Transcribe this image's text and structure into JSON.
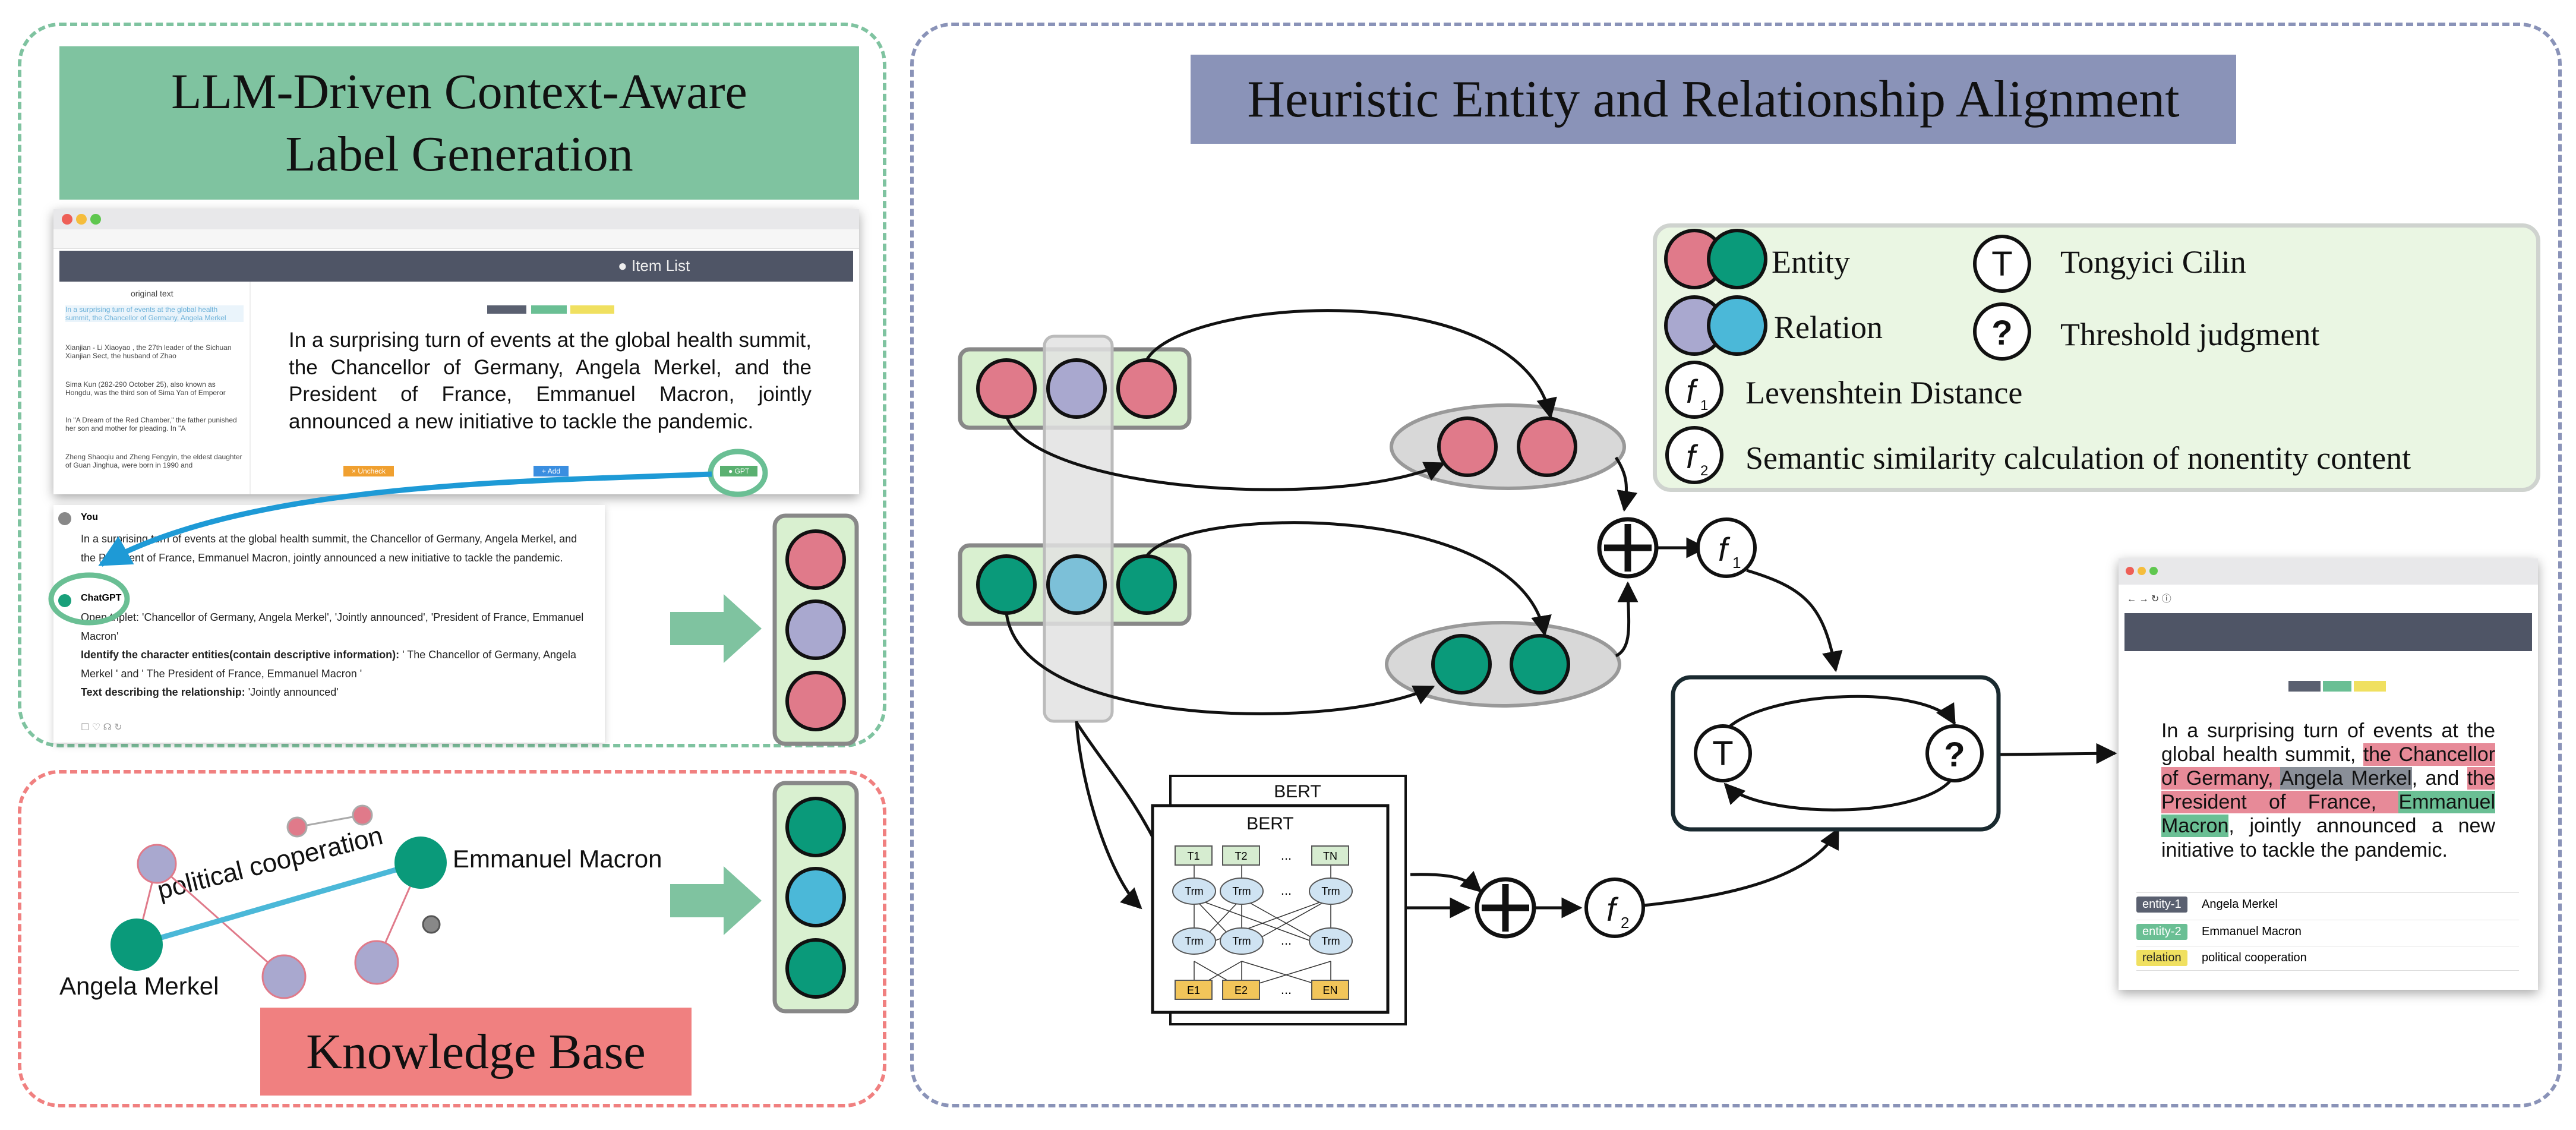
{
  "left_panel": {
    "title_line1": "LLM-Driven Context-Aware",
    "title_line2": "Label Generation",
    "app_header": "Item List",
    "sidebar_header": "original text",
    "sidebar_items": [
      "In a surprising turn of events at the global health summit, the Chancellor of Germany, Angela Merkel",
      "Xianjian - Li Xiaoyao , the 27th leader of the Sichuan Xianjian Sect, the husband of Zhao",
      "Sima Kun (282-290 October 25), also known as Hongdu, was the third son of Sima Yan of Emperor",
      "In \"A Dream of the Red Chamber,\" the father punished her son and mother for pleading. In \"A",
      "Zheng Shaoqiu and Zheng Fengyin, the eldest daughter of Guan Jinghua, were born in 1990 and"
    ],
    "main_text": "In a surprising turn of events at the global health summit, the Chancellor of Germany, Angela Merkel, and the President of France, Emmanuel Macron, jointly announced a new initiative to tackle the pandemic.",
    "buttons": {
      "uncheck": "× Uncheck",
      "add": "+ Add",
      "gpt": "GPT"
    },
    "chat": {
      "user_label": "You",
      "user_text": "In a surprising turn of events at the global health summit, the Chancellor of Germany, Angela Merkel, and the President of France, Emmanuel Macron, jointly announced a new initiative to tackle the pandemic.",
      "bot_label": "ChatGPT",
      "line1": "Open triplet: 'Chancellor of Germany, Angela Merkel', 'Jointly announced', 'President of France, Emmanuel Macron'",
      "line2_bold": "Identify the character entities(contain descriptive information):",
      "line2_rest": " ' The Chancellor of Germany, Angela Merkel ' and ' The President of France, Emmanuel Macron '",
      "line3_bold": "Text describing the relationship:",
      "line3_rest": " 'Jointly announced'"
    }
  },
  "knowledge_base": {
    "title": "Knowledge Base",
    "relation_label": "political cooperation",
    "entity_a": "Angela Merkel",
    "entity_b": "Emmanuel Macron"
  },
  "right_panel": {
    "title": "Heuristic Entity and Relationship Alignment",
    "legend": {
      "entity": "Entity",
      "relation": "Relation",
      "levenshtein": "Levenshtein Distance",
      "semantic": "Semantic similarity calculation of nonentity content",
      "tongyici": "Tongyici Cilin",
      "threshold": "Threshold judgment"
    },
    "symbols": {
      "f1": "f",
      "f1_sub": "1",
      "f2": "f",
      "f2_sub": "2",
      "t": "T",
      "q": "?"
    },
    "bert": {
      "outer_label": "BERT",
      "inner_label": "BERT",
      "t1": "T1",
      "t2": "T2",
      "tn": "TN",
      "e1": "E1",
      "e2": "E2",
      "en": "EN",
      "trm": "Trm",
      "ellipsis": "..."
    },
    "result": {
      "text_before": "In a surprising turn of events at the global health summit, ",
      "entity1": "the Chancellor of Germany, ",
      "entity1_name": "Angela Merkel",
      "middle": ", and ",
      "entity2": "the President of France, ",
      "entity2_name": "Emmanuel Macron",
      "text_after": ", jointly announced a new initiative to tackle the pandemic.",
      "rows": [
        {
          "tag": "entity-1",
          "value": "Angela Merkel"
        },
        {
          "tag": "entity-2",
          "value": "Emmanuel Macron"
        },
        {
          "tag": "relation",
          "value": "political cooperation"
        }
      ]
    }
  },
  "colors": {
    "entity": "#e07a8a",
    "relation": "#a9a8cf",
    "entity_teal": "#0a9a7a",
    "relation_blue": "#4bb8d8",
    "green_title": "#7fc3a0",
    "pink_title": "#f08080",
    "purple_title": "#8a93b8"
  }
}
